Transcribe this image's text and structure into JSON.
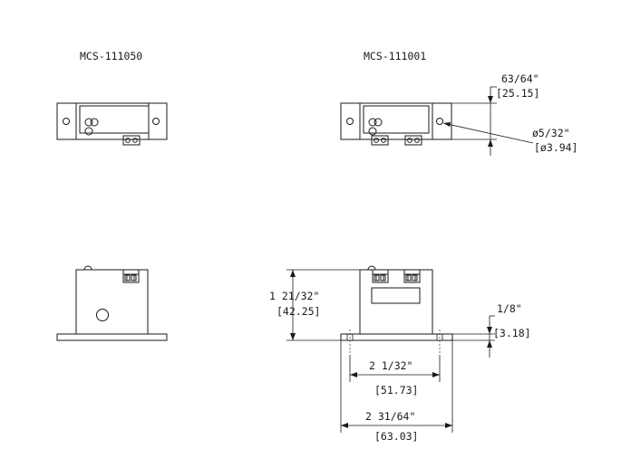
{
  "models": {
    "left": "MCS-111050",
    "right": "MCS-111001"
  },
  "dimensions": {
    "height_top": {
      "inch": "63/64\"",
      "mm": "[25.15]"
    },
    "hole_dia": {
      "inch": "ø5/32\"",
      "mm": "[ø3.94]"
    },
    "body_height": {
      "inch": "1 21/32\"",
      "mm": "[42.25]"
    },
    "flange_thickness": {
      "inch": "1/8\"",
      "mm": "[3.18]"
    },
    "hole_spacing": {
      "inch": "2 1/32\"",
      "mm": "[51.73]"
    },
    "overall_length": {
      "inch": "2 31/64\"",
      "mm": "[63.03]"
    }
  },
  "colors": {
    "line": "#1a1a1a",
    "background": "#ffffff"
  }
}
